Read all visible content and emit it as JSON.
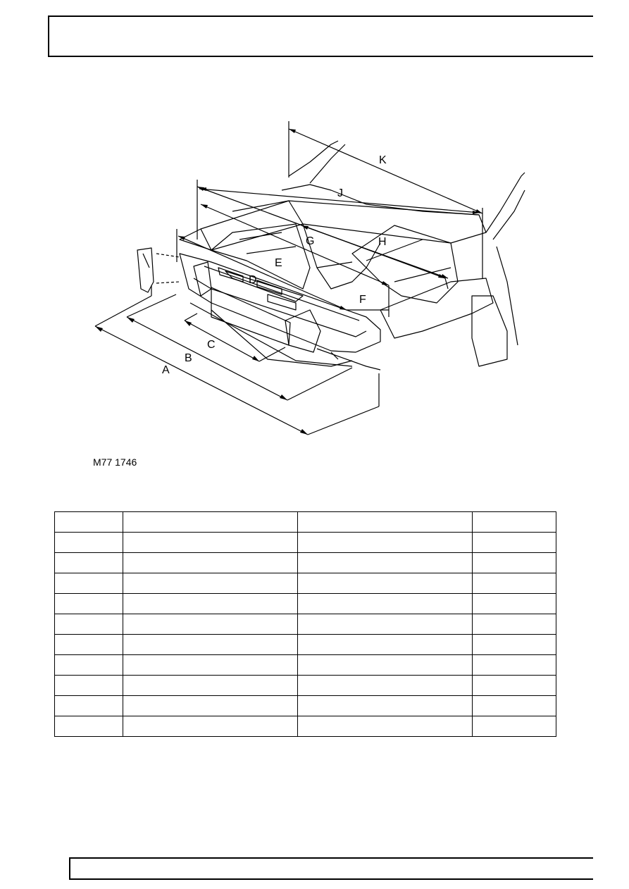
{
  "figure": {
    "reference": "M77 1746",
    "labels": [
      "A",
      "B",
      "C",
      "D",
      "E",
      "F",
      "G",
      "H",
      "J",
      "K"
    ]
  },
  "table": {
    "rows": [
      [
        "",
        "",
        "",
        ""
      ],
      [
        "",
        "",
        "",
        ""
      ],
      [
        "",
        "",
        "",
        ""
      ],
      [
        "",
        "",
        "",
        ""
      ],
      [
        "",
        "",
        "",
        ""
      ],
      [
        "",
        "",
        "",
        ""
      ],
      [
        "",
        "",
        "",
        ""
      ],
      [
        "",
        "",
        "",
        ""
      ],
      [
        "",
        "",
        "",
        ""
      ],
      [
        "",
        "",
        "",
        ""
      ],
      [
        "",
        "",
        "",
        ""
      ]
    ]
  }
}
